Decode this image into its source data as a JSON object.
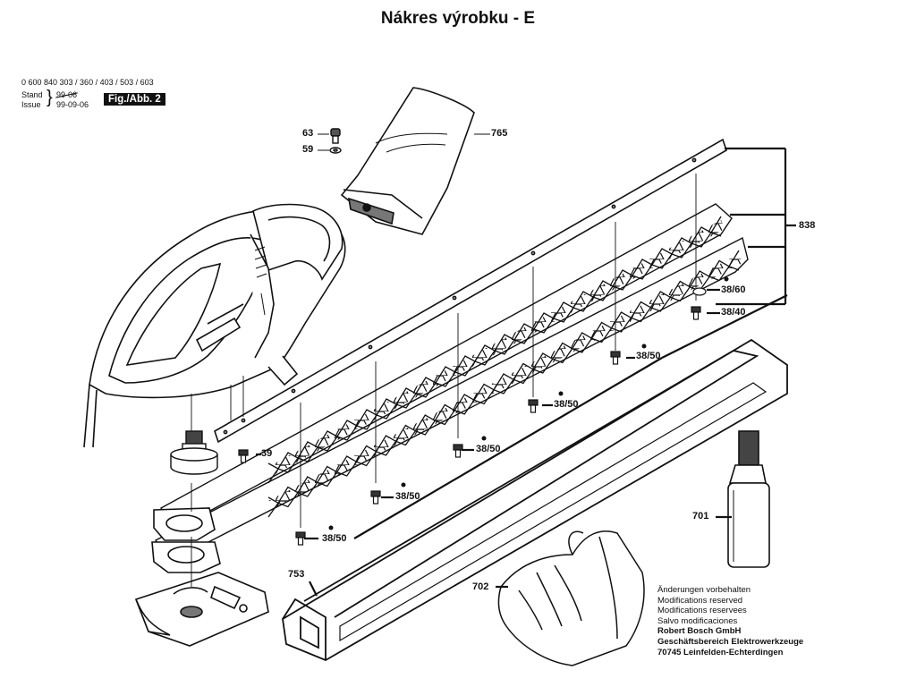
{
  "page": {
    "title": "Nákres výrobku - E"
  },
  "header": {
    "part_numbers": "0 600 840 303 / 360 / 403 / 503 / 603",
    "stand_label": "Stand",
    "stand_value_struck": "99-06",
    "issue_label": "Issue",
    "issue_value": "99-09-06",
    "figure_label": "Fig./Abb. 2"
  },
  "callouts": {
    "c63": "63",
    "c59": "59",
    "c765": "765",
    "c838": "838",
    "c38_60": "38/60",
    "c38_40": "38/40",
    "c38_50_a": "38/50",
    "c38_50_b": "38/50",
    "c38_50_c": "38/50",
    "c38_50_d": "38/50",
    "c38_50_e": "38/50",
    "c39": "39",
    "c701": "701",
    "c753": "753",
    "c702": "702"
  },
  "notes": {
    "line1": "Änderungen vorbehalten",
    "line2": "Modifications reserved",
    "line3": "Modifications reservees",
    "line4": "Salvo modificaciones",
    "line5": "Robert Bosch GmbH",
    "line6": "Geschäftsbereich Elektrowerkzeuge",
    "line7": "70745 Leinfelden-Echterdingen"
  },
  "icons": [
    "hedge-trimmer-body",
    "blade-guard",
    "blade-bar",
    "scabbard",
    "oil-bottle",
    "gloves",
    "screw",
    "washer",
    "gear"
  ]
}
